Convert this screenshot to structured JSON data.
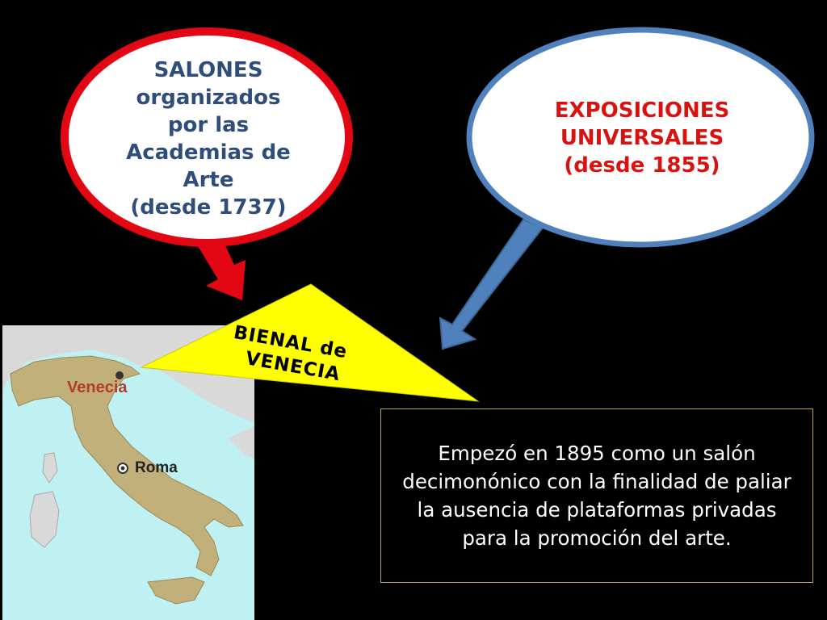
{
  "salones": {
    "lines": [
      "SALONES",
      "organizados",
      "por las",
      "Academias de",
      "Arte",
      "(desde 1737)"
    ],
    "border_color": "#e30613",
    "text_color": "#2e4d7a"
  },
  "exposiciones": {
    "lines": [
      "EXPOSICIONES",
      "UNIVERSALES",
      "(desde 1855)"
    ],
    "border_color": "#4f81bd",
    "text_color": "#d9120f"
  },
  "bienal": {
    "lines": [
      "BIENAL de",
      "VENECIA"
    ],
    "fill_color": "#ffff00"
  },
  "info": {
    "text": "Empezó en 1895 como un salón decimonónico con la finalidad de paliar la ausencia de plataformas privadas para la promoción del arte."
  },
  "map": {
    "labels": {
      "venecia": "Venecia",
      "roma": "Roma"
    },
    "land_color": "#c2b07a",
    "sea_color": "#bff0f2"
  }
}
